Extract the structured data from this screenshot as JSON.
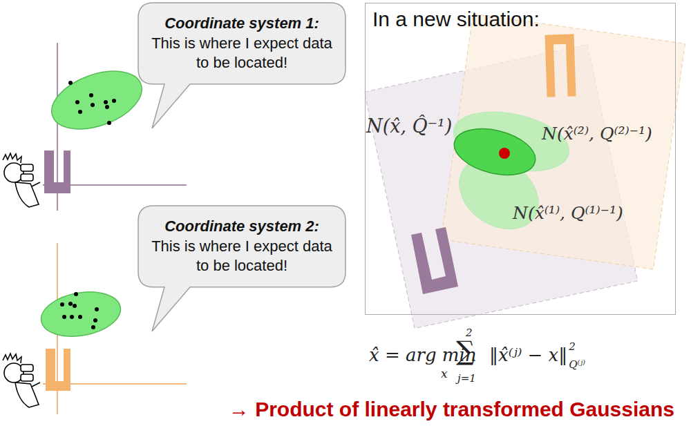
{
  "diagram": {
    "caption": "→ Product of linearly transformed Gaussians",
    "nodes": [
      {
        "text": [
          "Coordinate system 1:",
          "This is where I expect data to be located!"
        ]
      },
      {
        "text": [
          "Coordinate system 2:",
          "This is where I expect data to be located!"
        ]
      },
      {
        "text": [
          "In a new situation:"
        ]
      }
    ],
    "labels": [
      "N(x̂, Q̂⁻¹)",
      "N(x̂⁽²⁾, Q⁽²⁾⁻¹)",
      "N(x̂⁽¹⁾, Q⁽¹⁾⁻¹)",
      "x̂ = arg min",
      "x",
      "2",
      "∑",
      "j=1",
      "‖x̂⁽ʲ⁾ − x‖",
      "2",
      "Q⁽ʲ⁾"
    ]
  }
}
